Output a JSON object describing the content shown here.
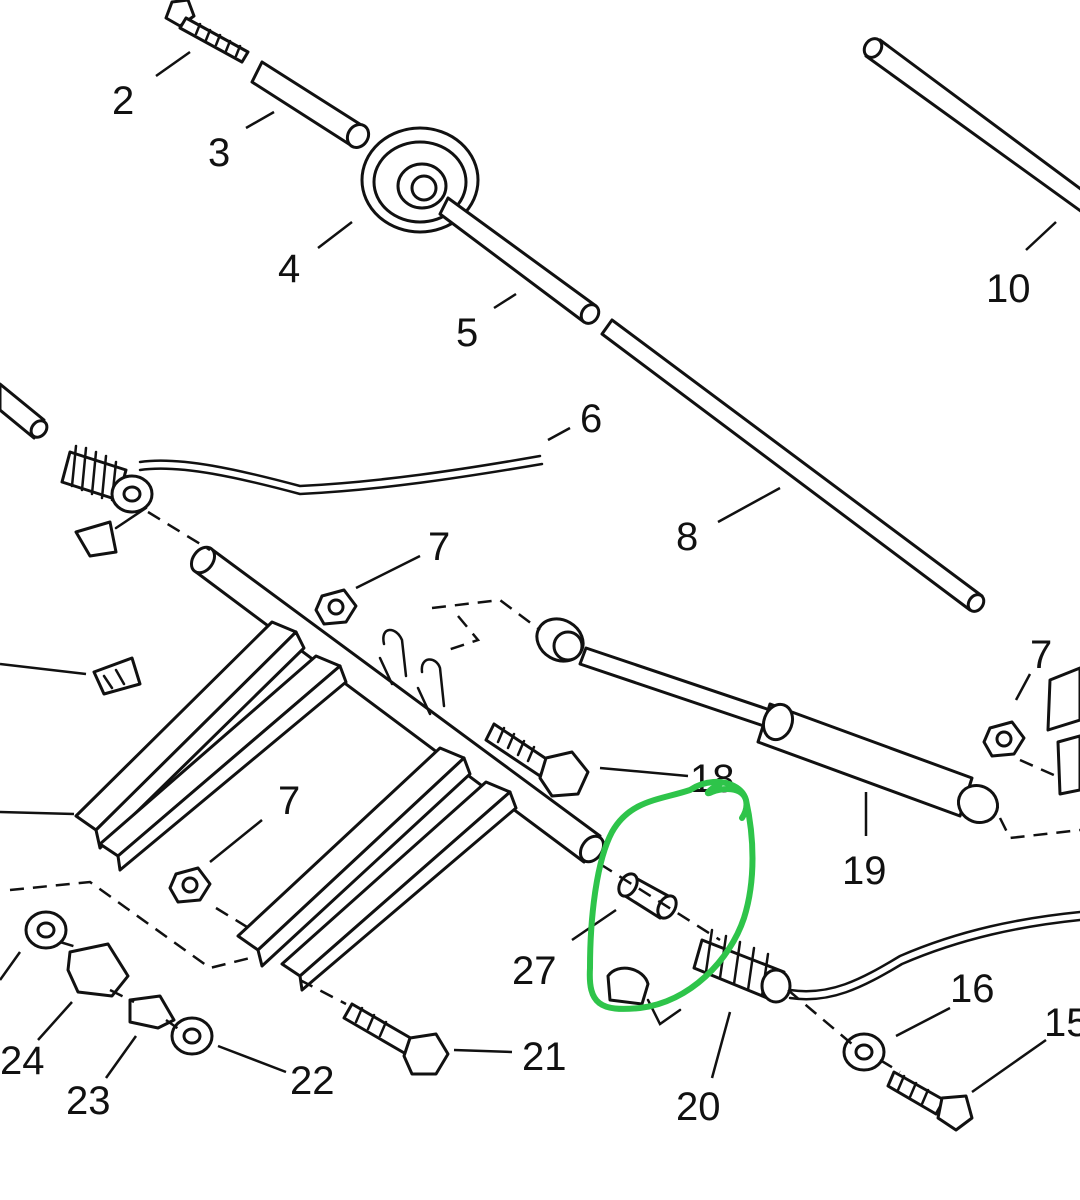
{
  "labels": {
    "p2": "2",
    "p3": "3",
    "p4": "4",
    "p5": "5",
    "p6": "6",
    "p7a": "7",
    "p7b": "7",
    "p7c": "7",
    "p8": "8",
    "p10": "10",
    "p15": "15",
    "p16": "16",
    "p18": "18",
    "p19": "19",
    "p20": "20",
    "p21": "21",
    "p22": "22",
    "p23": "23",
    "p24": "24",
    "p27": "27"
  },
  "colors": {
    "ink": "#111111",
    "highlight": "#2ec44a",
    "paper": "#ffffff"
  },
  "highlight": {
    "target_part": "27",
    "shape": "hand-drawn loop"
  }
}
